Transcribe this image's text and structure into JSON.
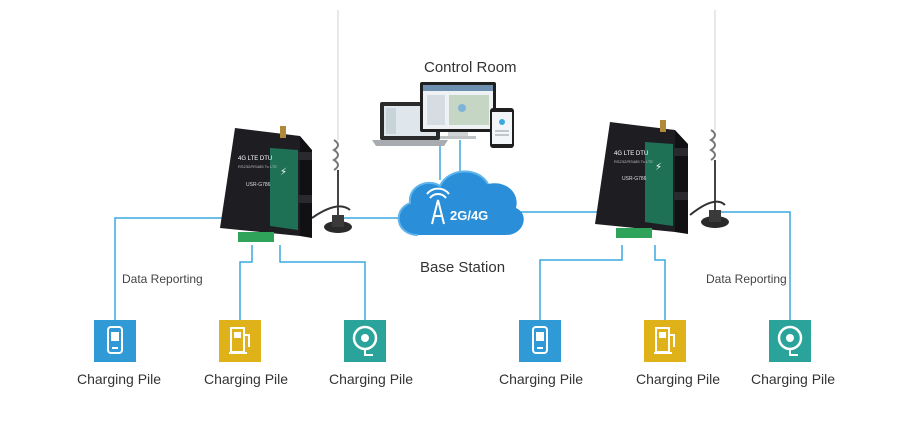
{
  "title": "Control Room",
  "base_station": {
    "label": "Base Station",
    "cloud_text": "2G/4G"
  },
  "data_reporting": "Data Reporting",
  "dtu": {
    "line1": "4G LTE DTU",
    "line2": "RS232/RS485 To LTE",
    "model": "USR-G786"
  },
  "piles": [
    {
      "label": "Charging Pile",
      "color": "#2f9ad6",
      "icon": "phone-pile-icon"
    },
    {
      "label": "Charging Pile",
      "color": "#e0b21a",
      "icon": "fuel-pile-icon"
    },
    {
      "label": "Charging Pile",
      "color": "#2aa39a",
      "icon": "plug-pile-icon"
    },
    {
      "label": "Charging Pile",
      "color": "#2f9ad6",
      "icon": "phone-pile-icon"
    },
    {
      "label": "Charging Pile",
      "color": "#e0b21a",
      "icon": "fuel-pile-icon"
    },
    {
      "label": "Charging Pile",
      "color": "#2aa39a",
      "icon": "plug-pile-icon"
    }
  ],
  "colors": {
    "line": "#3aa9e0",
    "cloud": "#2a8fd8",
    "device": "#1e1e22",
    "device_green": "#1f7a5c"
  }
}
